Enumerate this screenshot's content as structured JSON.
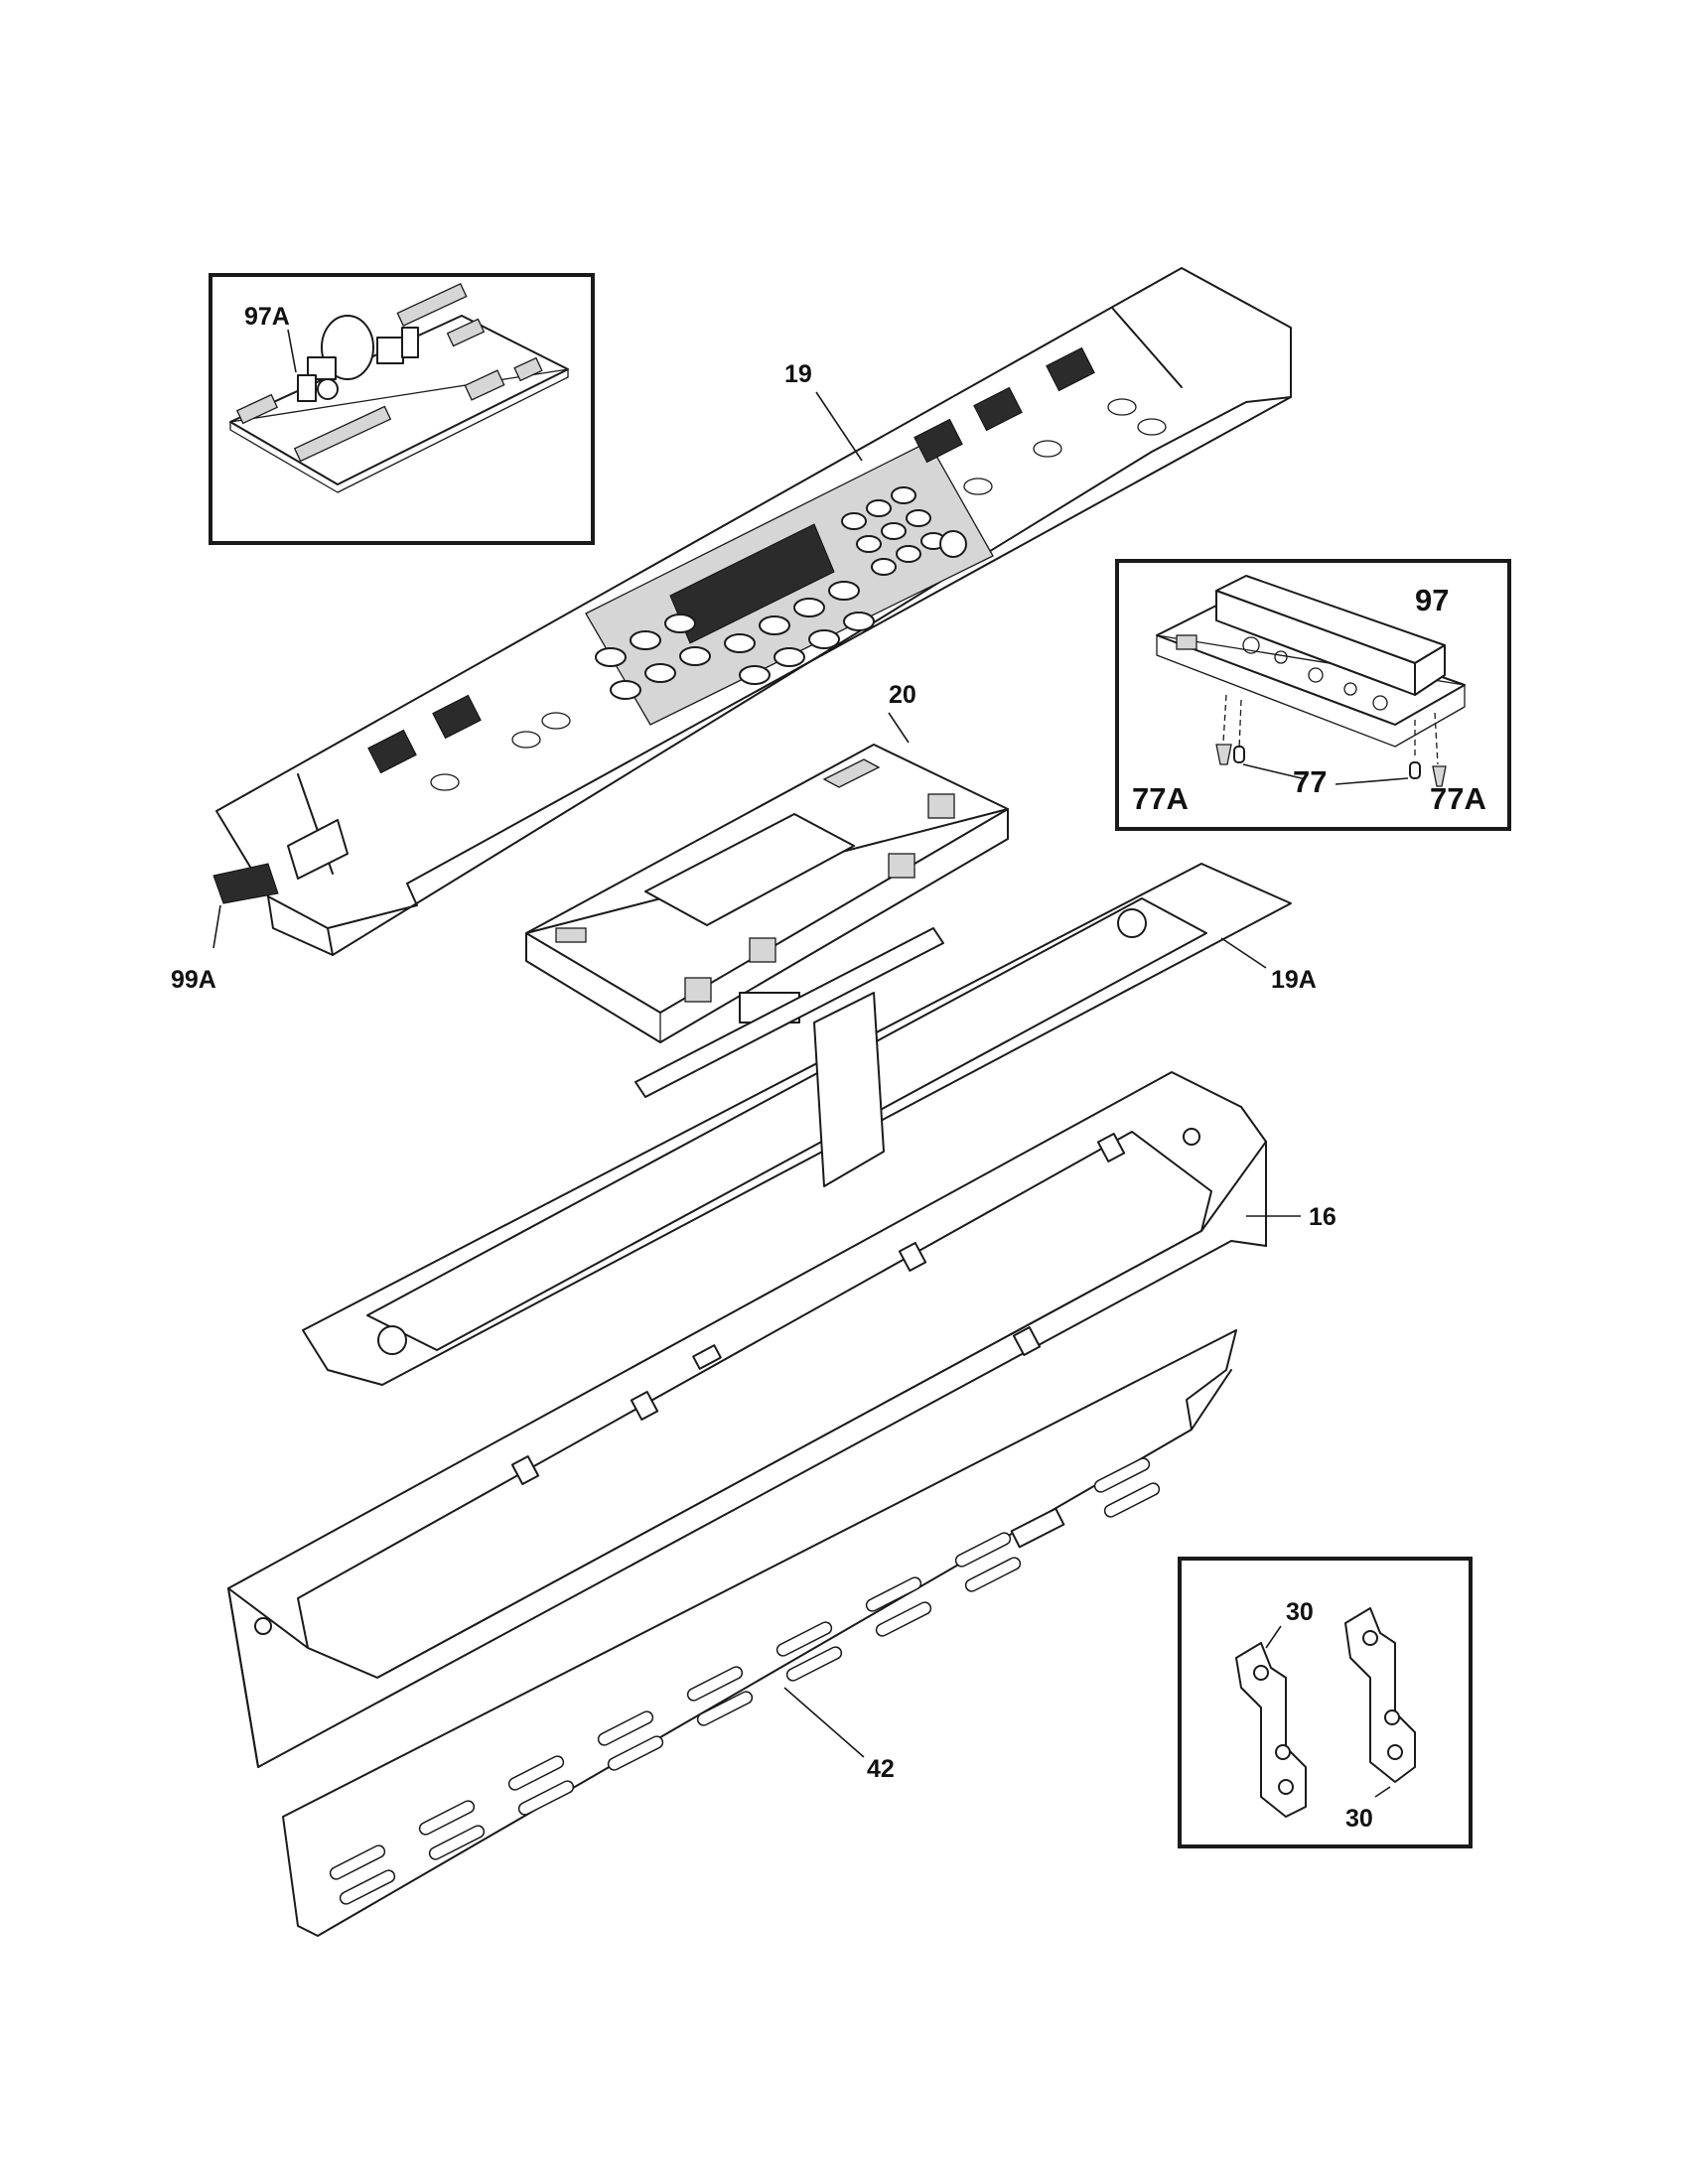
{
  "callouts": {
    "c97A": "97A",
    "c19": "19",
    "c97": "97",
    "c20": "20",
    "c77A_left": "77A",
    "c77": "77",
    "c77A_right": "77A",
    "c99A": "99A",
    "c19A": "19A",
    "c16": "16",
    "c42": "42",
    "c30_top": "30",
    "c30_bottom": "30"
  },
  "colors": {
    "line": "#1a1a1a",
    "panel_shade": "#d6d6d6",
    "display": "#2b2b2b"
  }
}
